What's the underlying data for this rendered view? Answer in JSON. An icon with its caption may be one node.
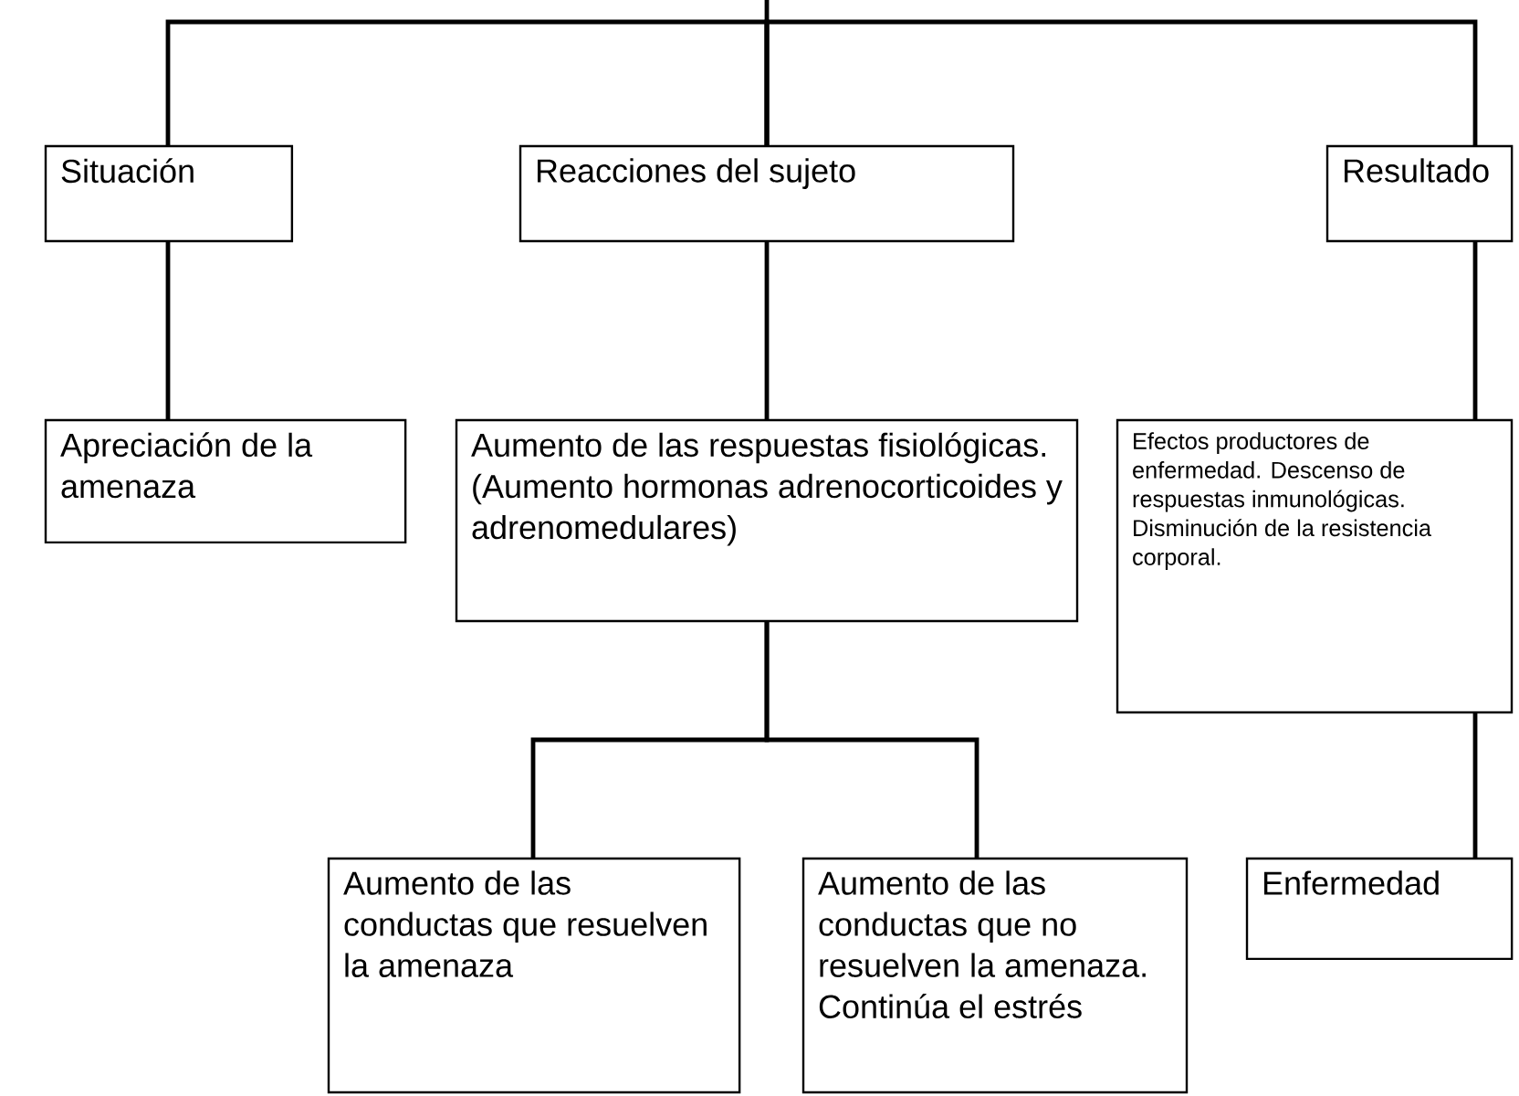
{
  "diagram": {
    "nodes": [
      {
        "text": [
          "Situación"
        ]
      },
      {
        "text": [
          "Reacciones del sujeto"
        ]
      },
      {
        "text": [
          "Resultado"
        ]
      },
      {
        "text": [
          "Apreciación de la amenaza"
        ]
      },
      {
        "text": [
          "Aumento de las respuestas fisiológicas. (Aumento hormonas adrenocorticoides y adrenomedulares)"
        ]
      },
      {
        "text": [
          "Efectos productores de enfermedad. Descenso de respuestas inmunológicas. Disminución de la resistencia corporal."
        ]
      },
      {
        "text": [
          "Aumento de las conductas que resuelven la amenaza"
        ]
      },
      {
        "text": [
          "Aumento de las conductas que no resuelven la amenaza. Continúa el estrés"
        ]
      },
      {
        "text": [
          "Enfermedad"
        ]
      }
    ],
    "edges": [
      {
        "from": null,
        "to": 1,
        "arrow": "none"
      },
      {
        "from": 0,
        "to": 1,
        "arrow": "none"
      },
      {
        "from": 1,
        "to": 2,
        "arrow": "none"
      },
      {
        "from": 0,
        "to": 3,
        "arrow": "none"
      },
      {
        "from": 1,
        "to": 4,
        "arrow": "none"
      },
      {
        "from": 2,
        "to": 5,
        "arrow": "none"
      },
      {
        "from": 4,
        "to": 6,
        "arrow": "none"
      },
      {
        "from": 4,
        "to": 7,
        "arrow": "none"
      },
      {
        "from": 5,
        "to": 8,
        "arrow": "none"
      }
    ]
  }
}
